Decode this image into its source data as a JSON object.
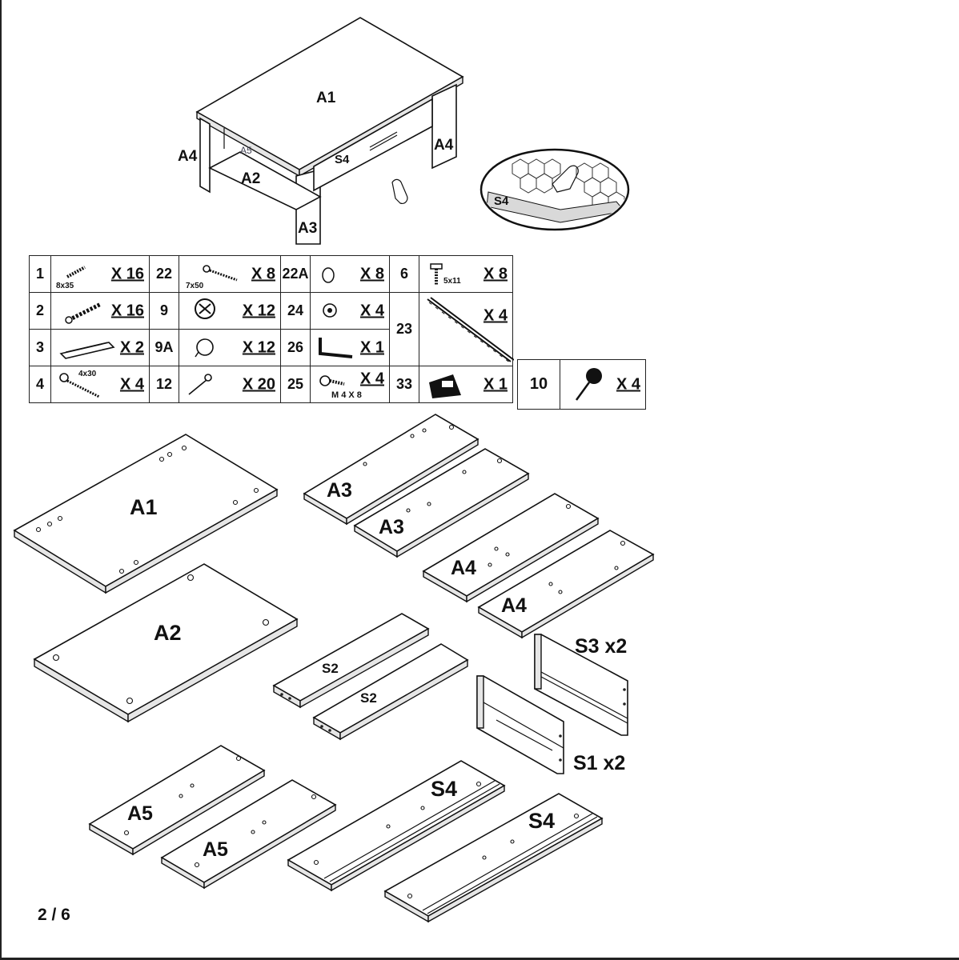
{
  "assembled": {
    "labels": {
      "a1": "A1",
      "a4_left": "A4",
      "a4_right": "A4",
      "a5": "A5",
      "a2": "A2",
      "a3": "A3",
      "s4": "S4"
    },
    "detail_label": "S4"
  },
  "hardware": {
    "rows": [
      [
        {
          "num": "1",
          "qty": "X 16",
          "note": "8x35",
          "icon": "wood-dowel-icon"
        },
        {
          "num": "22",
          "qty": "X 8",
          "note": "7x50",
          "icon": "long-screw-icon"
        },
        {
          "num": "22A",
          "qty": "X 8",
          "icon": "ring-icon"
        },
        {
          "num": "6",
          "qty": "X 8",
          "note": "5x11",
          "icon": "short-screw-icon"
        }
      ],
      [
        {
          "num": "2",
          "qty": "X 16",
          "icon": "cam-bolt-icon"
        },
        {
          "num": "9",
          "qty": "X 12",
          "icon": "cam-lock-icon"
        },
        {
          "num": "24",
          "qty": "X 4",
          "icon": "cam-lock-small-icon"
        },
        {
          "num": "23",
          "qty": "X 4",
          "icon": "drawer-rail-icon"
        }
      ],
      [
        {
          "num": "3",
          "qty": "X 2",
          "icon": "handle-icon"
        },
        {
          "num": "9A",
          "qty": "X 12",
          "icon": "cap-icon"
        },
        {
          "num": "26",
          "qty": "X 1",
          "icon": "allen-key-icon"
        }
      ],
      [
        {
          "num": "4",
          "qty": "X 4",
          "note": "4x30",
          "icon": "hook-screw-icon"
        },
        {
          "num": "12",
          "qty": "X 20",
          "icon": "nail-icon"
        },
        {
          "num": "25",
          "qty": "X 4",
          "note": "M 4 X 8",
          "icon": "bolt-icon"
        },
        {
          "num": "33",
          "qty": "X 1",
          "icon": "glue-pack-icon"
        }
      ]
    ],
    "extra": {
      "num": "10",
      "qty": "X 4",
      "icon": "foot-pad-icon"
    }
  },
  "parts": {
    "a1": "A1",
    "a2": "A2",
    "a3_1": "A3",
    "a3_2": "A3",
    "a4_1": "A4",
    "a4_2": "A4",
    "s2_1": "S2",
    "s2_2": "S2",
    "s3": "S3 x2",
    "s1": "S1 x2",
    "a5_1": "A5",
    "a5_2": "A5",
    "s4_1": "S4",
    "s4_2": "S4"
  },
  "page": "2 / 6"
}
